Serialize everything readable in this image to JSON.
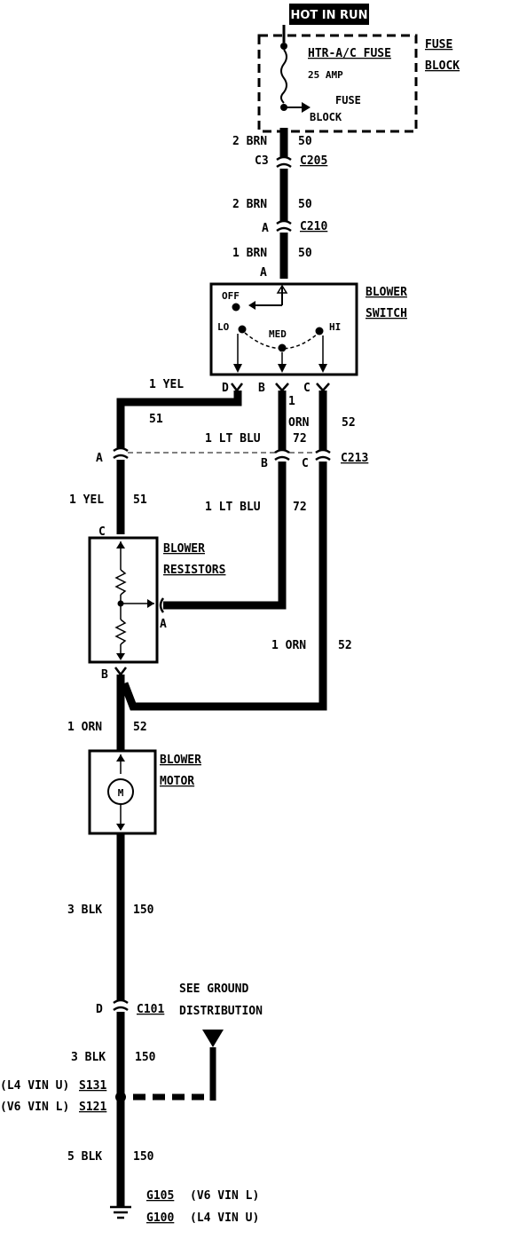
{
  "hot_in_run": "HOT IN RUN",
  "fuse_name": "HTR-A/C FUSE",
  "fuse_amp": "25 AMP",
  "fuse_block_inner": [
    "FUSE",
    "BLOCK"
  ],
  "fuse_block_side": [
    "FUSE",
    "BLOCK"
  ],
  "w_brn_top": {
    "gauge": "2 BRN",
    "circuit": "50"
  },
  "c205": {
    "pin": "C3",
    "name": "C205"
  },
  "w_brn_mid": {
    "gauge": "2 BRN",
    "circuit": "50"
  },
  "c210": {
    "pin": "A",
    "name": "C210"
  },
  "w_brn_low": {
    "gauge": "1 BRN",
    "circuit": "50"
  },
  "switch_in_pin": "A",
  "blower_switch": [
    "BLOWER",
    "SWITCH"
  ],
  "switch_positions": {
    "off": "OFF",
    "lo": "LO",
    "med": "MED",
    "hi": "HI"
  },
  "switch_pins": [
    "D",
    "B",
    "C"
  ],
  "w_yel_top": {
    "gauge": "1 YEL",
    "circuit": "51"
  },
  "w_orn_top": {
    "gauge": "1",
    "color": "ORN",
    "circuit": "52"
  },
  "w_ltblu_top": {
    "gauge": "1 LT BLU",
    "circuit": "72"
  },
  "c213": {
    "pins": [
      "A",
      "B",
      "C"
    ],
    "name": "C213"
  },
  "w_yel_mid": {
    "gauge": "1 YEL",
    "circuit": "51"
  },
  "w_ltblu_mid": {
    "gauge": "1 LT BLU",
    "circuit": "72"
  },
  "resistor_pins": {
    "top": "C",
    "side": "A",
    "bottom": "B"
  },
  "blower_resistors": [
    "BLOWER",
    "RESISTORS"
  ],
  "w_orn_right": {
    "gauge": "1 ORN",
    "circuit": "52"
  },
  "w_orn_motor": {
    "gauge": "1 ORN",
    "circuit": "52"
  },
  "blower_motor": [
    "BLOWER",
    "MOTOR"
  ],
  "motor_symbol": "M",
  "w_blk_top": {
    "gauge": "3 BLK",
    "circuit": "150"
  },
  "c101": {
    "pin": "D",
    "name": "C101"
  },
  "see_ground": [
    "SEE GROUND",
    "DISTRIBUTION"
  ],
  "w_blk_mid": {
    "gauge": "3 BLK",
    "circuit": "150"
  },
  "s131": {
    "engine": "(L4 VIN U)",
    "name": "S131"
  },
  "s121": {
    "engine": "(V6 VIN L)",
    "name": "S121"
  },
  "w_blk_bot": {
    "gauge": "5 BLK",
    "circuit": "150"
  },
  "g105": {
    "name": "G105",
    "engine": "(V6 VIN L)"
  },
  "g100": {
    "name": "G100",
    "engine": "(L4 VIN U)"
  }
}
